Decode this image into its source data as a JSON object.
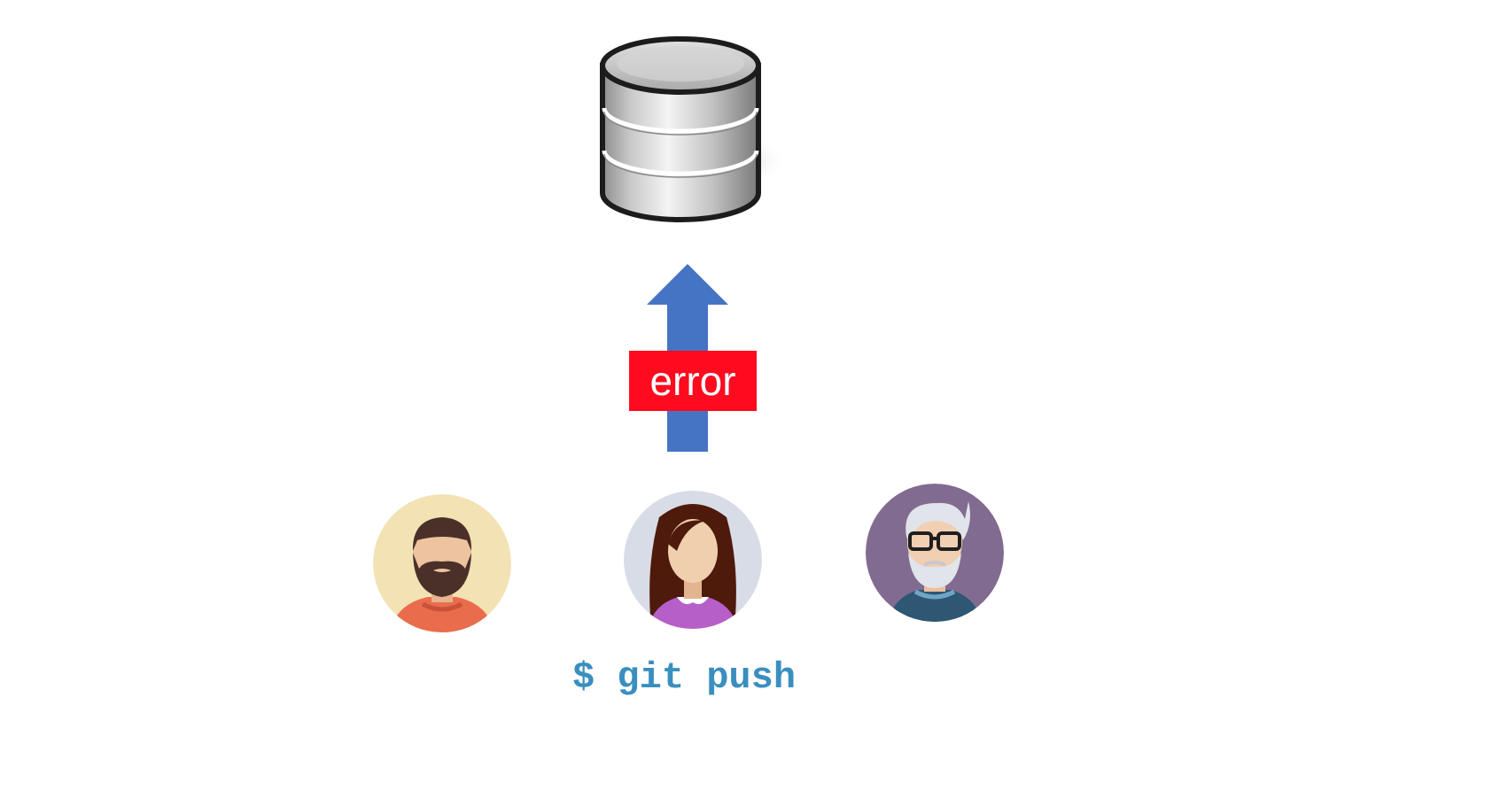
{
  "diagram": {
    "error_label": "error",
    "command": "$ git push",
    "colors": {
      "arrow": "#4674c4",
      "error_background": "#ff0a1e",
      "command_text": "#3a8fbf"
    },
    "icons": {
      "repository": "database-icon",
      "direction": "up-arrow-icon",
      "users": [
        "bearded-man-avatar",
        "woman-avatar",
        "old-man-glasses-avatar"
      ]
    }
  }
}
